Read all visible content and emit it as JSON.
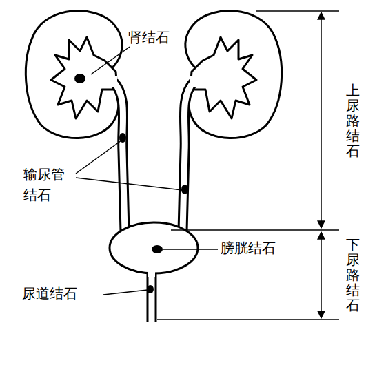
{
  "diagram": {
    "labels": [
      "肾结石",
      "输尿管 结石",
      "膀胱结石",
      "尿道结石",
      "上尿路结石",
      "下尿路结石"
    ]
  }
}
